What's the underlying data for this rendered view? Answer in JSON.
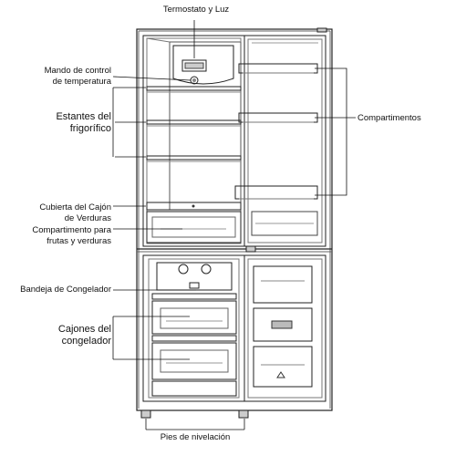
{
  "labels": {
    "termostato": "Termostato y Luz",
    "mando": [
      "Mando de control",
      "de temperatura"
    ],
    "estantes": [
      "Estantes del",
      "frigorífico"
    ],
    "compartimentos": "Compartimentos",
    "cubierta": [
      "Cubierta del Cajón",
      "de Verduras"
    ],
    "compartimento_frutas": [
      "Compartimento para",
      "frutas y verduras"
    ],
    "bandeja": "Bandeja de Congelador",
    "cajones": [
      "Cajones del",
      "congelador"
    ],
    "pies": "Pies de nivelación"
  }
}
